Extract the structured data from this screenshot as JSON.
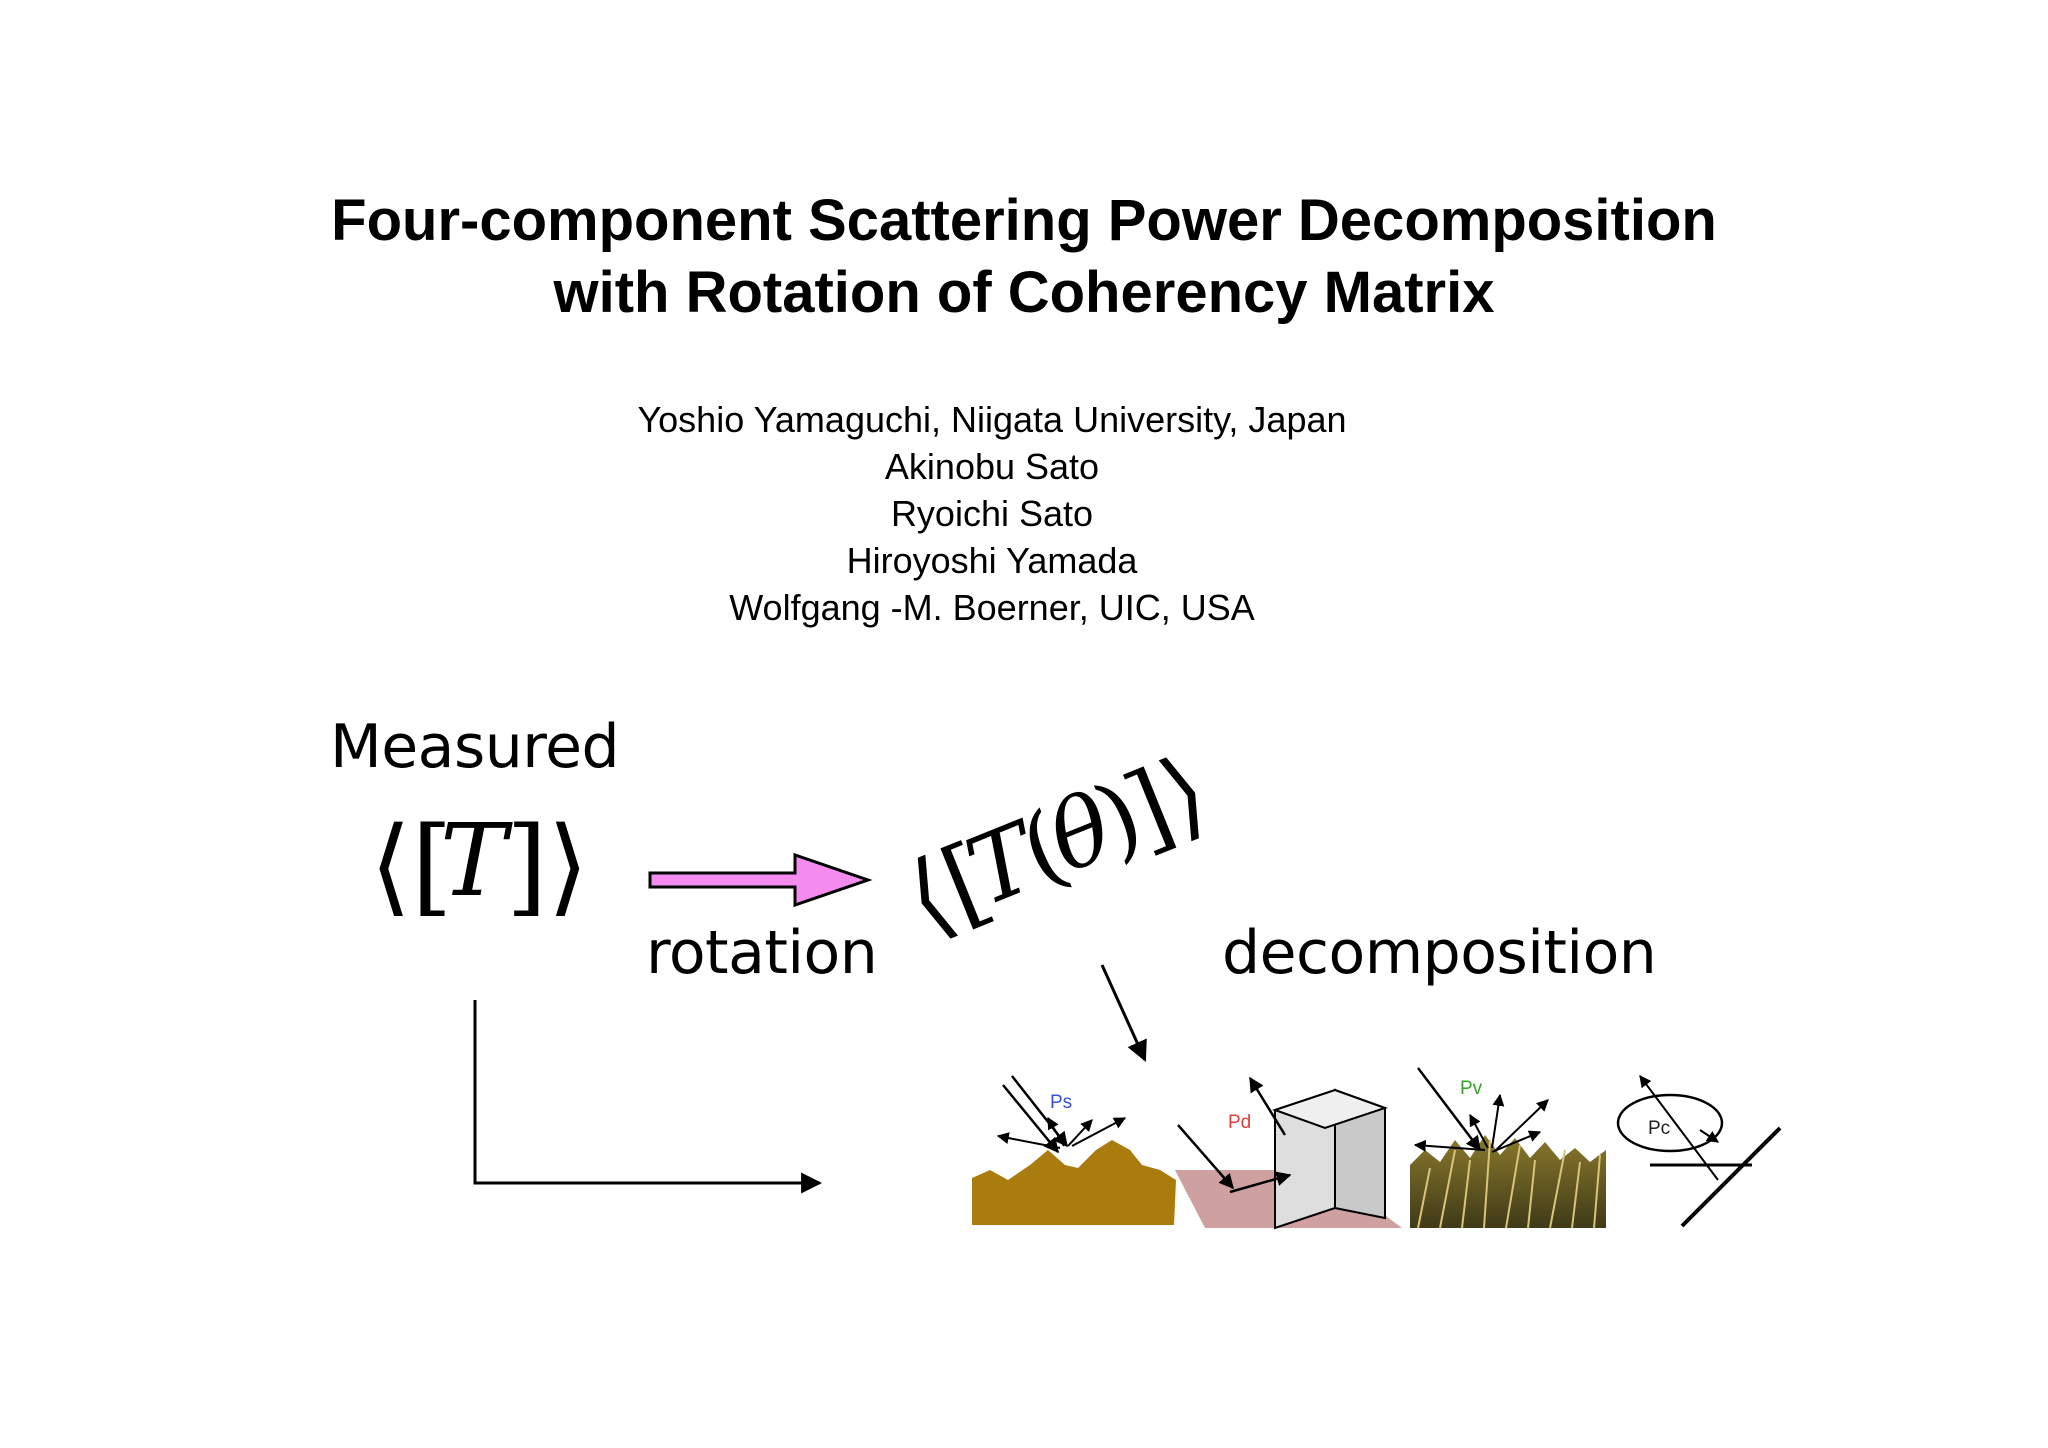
{
  "slide": {
    "title_lines": [
      "Four-component Scattering Power Decomposition",
      "with Rotation of Coherency Matrix"
    ],
    "authors": [
      "Yoshio Yamaguchi, Niigata University, Japan",
      "Akinobu Sato",
      "Ryoichi Sato",
      "Hiroyoshi Yamada",
      "Wolfgang -M. Boerner, UIC, USA"
    ]
  },
  "diagram": {
    "measured_label": "Measured",
    "rotation_label": "rotation",
    "decomposition_label": "decomposition",
    "measured_matrix": {
      "open": "⟨[",
      "symbol": "T",
      "close": "]⟩"
    },
    "rotated_matrix": {
      "open": "⟨[",
      "symbol": "T",
      "arg_open": "(",
      "arg": "θ",
      "arg_close": ")",
      "close": "]⟩"
    },
    "components": [
      {
        "label": "Ps",
        "color": "#3b4fd6",
        "fill": "#a97c0d"
      },
      {
        "label": "Pd",
        "color": "#e0403a",
        "fill": "#cfa0a0"
      },
      {
        "label": "Pv",
        "color": "#3aa02c",
        "fill": "#6b6420"
      },
      {
        "label": "Pc",
        "color": "#222222"
      }
    ],
    "colors": {
      "rotation_arrow": "#f48cf0",
      "line": "#000000"
    }
  }
}
